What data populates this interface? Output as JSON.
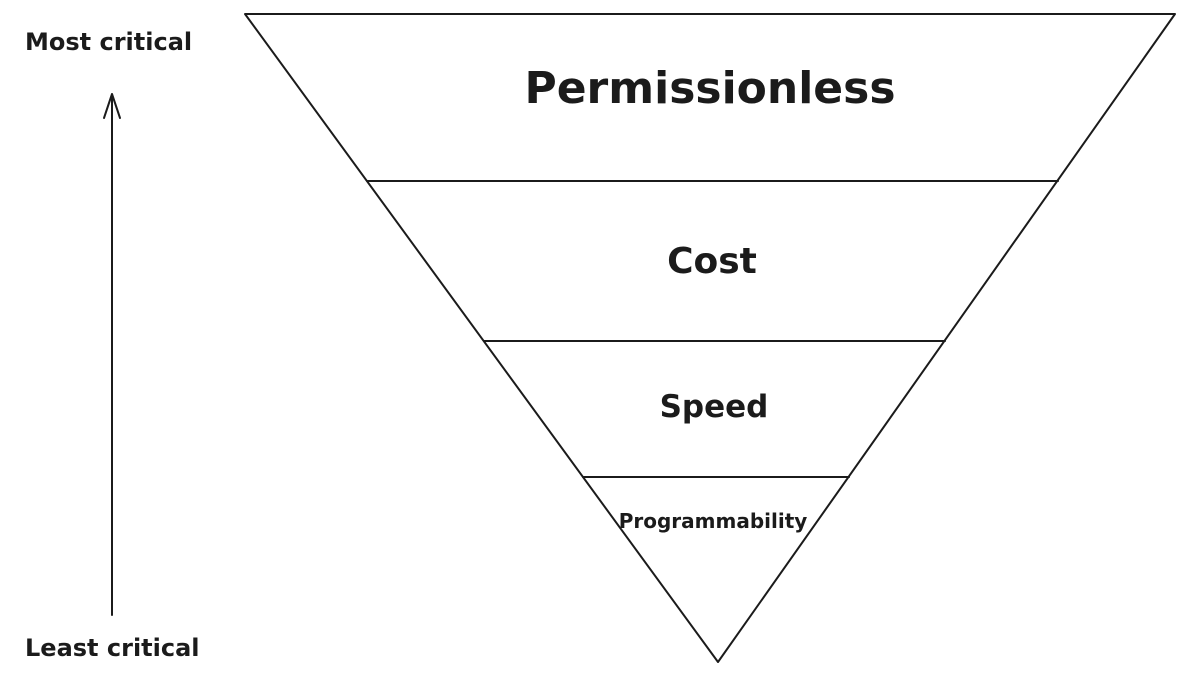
{
  "diagram": {
    "type": "inverted-pyramid",
    "levels": [
      {
        "rank": 1,
        "label": "Permissionless"
      },
      {
        "rank": 2,
        "label": "Cost"
      },
      {
        "rank": 3,
        "label": "Speed"
      },
      {
        "rank": 4,
        "label": "Programmability"
      }
    ],
    "axis": {
      "top_label": "Most critical",
      "bottom_label": "Least critical",
      "direction": "up"
    },
    "colors": {
      "stroke": "#1b1b1b",
      "background": "#ffffff"
    }
  }
}
